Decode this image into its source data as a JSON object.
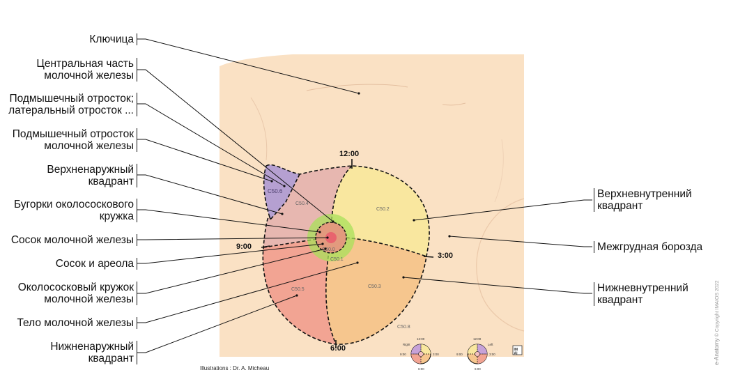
{
  "labels_left": [
    {
      "id": "clavicle",
      "lines": [
        "Ключица"
      ]
    },
    {
      "id": "central",
      "lines": [
        "Центральная часть",
        "молочной железы"
      ]
    },
    {
      "id": "axillary-lateral",
      "lines": [
        "Подмышечный отросток;",
        "латеральный отросток ..."
      ]
    },
    {
      "id": "axillary",
      "lines": [
        "Подмышечный отросток",
        "молочной железы"
      ]
    },
    {
      "id": "upper-outer",
      "lines": [
        "Верхненаружный",
        "квадрант"
      ]
    },
    {
      "id": "tubercles",
      "lines": [
        "Бугорки околососкового",
        "кружка"
      ]
    },
    {
      "id": "nipple",
      "lines": [
        "Сосок молочной железы"
      ]
    },
    {
      "id": "nipple-areola",
      "lines": [
        "Сосок и ареола"
      ]
    },
    {
      "id": "areola",
      "lines": [
        "Околососковый кружок",
        "молочной железы"
      ]
    },
    {
      "id": "body",
      "lines": [
        "Тело молочной железы"
      ]
    },
    {
      "id": "lower-outer",
      "lines": [
        "Нижненаружный",
        "квадрант"
      ]
    }
  ],
  "labels_right": [
    {
      "id": "upper-inner",
      "lines": [
        "Верхневнутренний",
        "квадрант"
      ]
    },
    {
      "id": "intermammary",
      "lines": [
        "Межгрудная борозда"
      ]
    },
    {
      "id": "lower-inner",
      "lines": [
        "Нижневнутренний",
        "квадрант"
      ]
    }
  ],
  "clock": {
    "twelve": "12:00",
    "three": "3:00",
    "six": "6:00",
    "nine": "9:00"
  },
  "codes": {
    "c506": "C50.6",
    "c504": "C50.4",
    "c502": "C50.2",
    "c500": "C50.0",
    "c501": "C50.1",
    "c503": "C50.3",
    "c505": "C50.5",
    "c508": "C50.8"
  },
  "mini_legend": {
    "right_label": "Right",
    "left_label": "Left",
    "t12": "12:00",
    "t3": "3:00",
    "t6": "6:00",
    "t9": "9:00"
  },
  "credit": "Illustrations : Dr. A. Micheau",
  "copyright": {
    "brand": "e-Anatomy",
    "notice": "© Copyright IMAIOS 2022"
  },
  "logo_text": "IMAIOS",
  "colors": {
    "skin": "#fae1c4",
    "upper_outer": "#e7b7b0",
    "upper_inner": "#f9e79f",
    "lower_inner": "#f6c68e",
    "lower_outer": "#f2a493",
    "axillary_tail": "#b5a0d1",
    "areola_glow": "#a8e05a",
    "areola": "#e29a7e",
    "nipple": "#e8646e"
  }
}
